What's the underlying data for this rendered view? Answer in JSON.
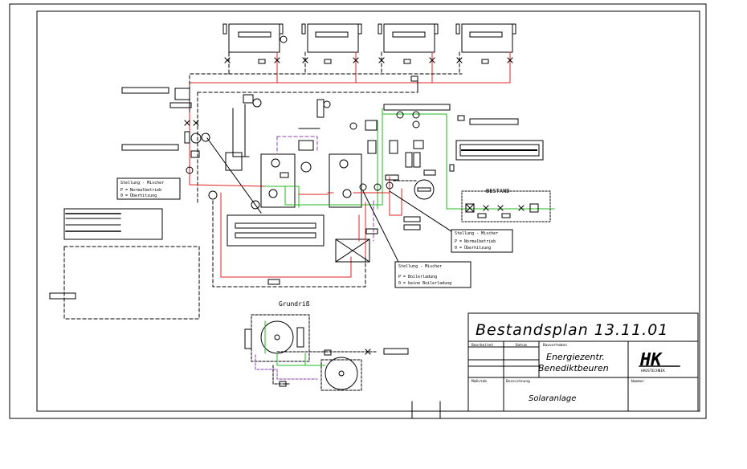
{
  "title_block": {
    "plan_title": "Bestandsplan 13.11.01",
    "label_bearbeitet": "Bearbeitet",
    "label_datum": "Datum",
    "label_bauvorhaben": "Bauvorhaben",
    "project_line1": "Energiezentr.",
    "project_line2": "Benediktbeuren",
    "label_massstab": "Maßstab",
    "label_bezeichnung": "Bezeichnung",
    "drawing_name": "Solaranlage",
    "label_nummer": "Nummer",
    "logo_text": "HK",
    "logo_sub": "HAUSTECHNIK"
  },
  "legends": {
    "mixer_left": {
      "title": "Stellung - Mischer",
      "line1": "P = Normalbetrieb",
      "line2": "0 = Überhitzung"
    },
    "mixer_right": {
      "title": "Stellung - Mischer",
      "line1": "P = Normalbetrieb",
      "line2": "0 = Überhitzung"
    },
    "boiler": {
      "title": "Stellung - Mischer",
      "line1": "P = Boilerladung",
      "line2": "0 = keine Boilerladung"
    }
  },
  "labels": {
    "bestand": "BESTAND",
    "grundriss": "Grundriß"
  },
  "colors": {
    "red_pipe": "#e02020",
    "green_pipe": "#22bb22",
    "purple_pipe": "#8a3fb0",
    "line": "#000000"
  }
}
